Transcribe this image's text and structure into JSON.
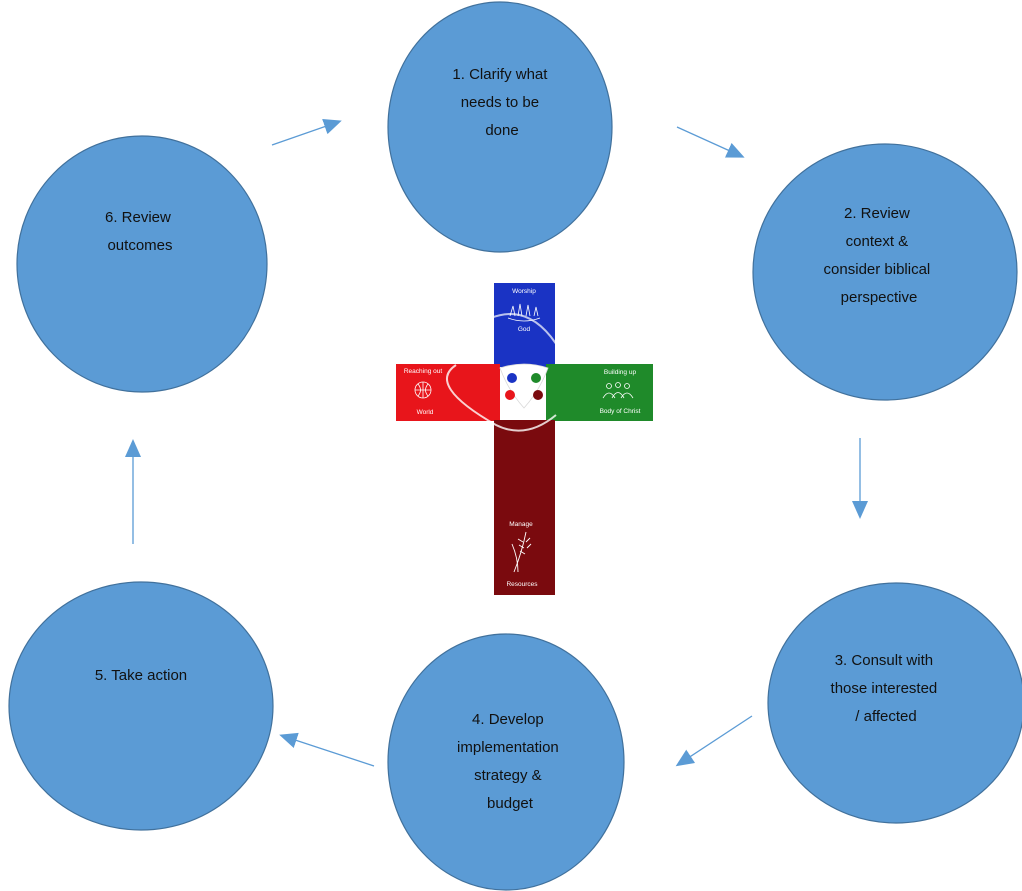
{
  "colors": {
    "circle_fill": "#5b9bd5",
    "circle_stroke": "#41719c",
    "arrow": "#5b9bd5",
    "worship": "#1a33c4",
    "reaching": "#e8151b",
    "building": "#1f8a2a",
    "manage": "#7a0a0e"
  },
  "steps": [
    {
      "id": "step-1",
      "lines": [
        "1. Clarify what",
        "needs to be",
        "done"
      ]
    },
    {
      "id": "step-2",
      "lines": [
        "2. Review",
        "context &",
        "consider biblical",
        "perspective"
      ]
    },
    {
      "id": "step-3",
      "lines": [
        "3. Consult with",
        "those interested",
        "/ affected"
      ]
    },
    {
      "id": "step-4",
      "lines": [
        "4. Develop",
        "implementation",
        "strategy &",
        "budget"
      ]
    },
    {
      "id": "step-5",
      "lines": [
        "5. Take action"
      ]
    },
    {
      "id": "step-6",
      "lines": [
        "6. Review",
        "outcomes"
      ]
    }
  ],
  "cross": {
    "worship": {
      "top": "Worship",
      "bottom": "God",
      "icon": "hands-icon"
    },
    "reaching": {
      "top": "Reaching out",
      "bottom": "World",
      "icon": "globe-icon"
    },
    "building": {
      "top": "Building up",
      "bottom": "Body of Christ",
      "icon": "people-icon"
    },
    "manage": {
      "top": "Manage",
      "bottom": "Resources",
      "icon": "wheat-icon"
    }
  }
}
